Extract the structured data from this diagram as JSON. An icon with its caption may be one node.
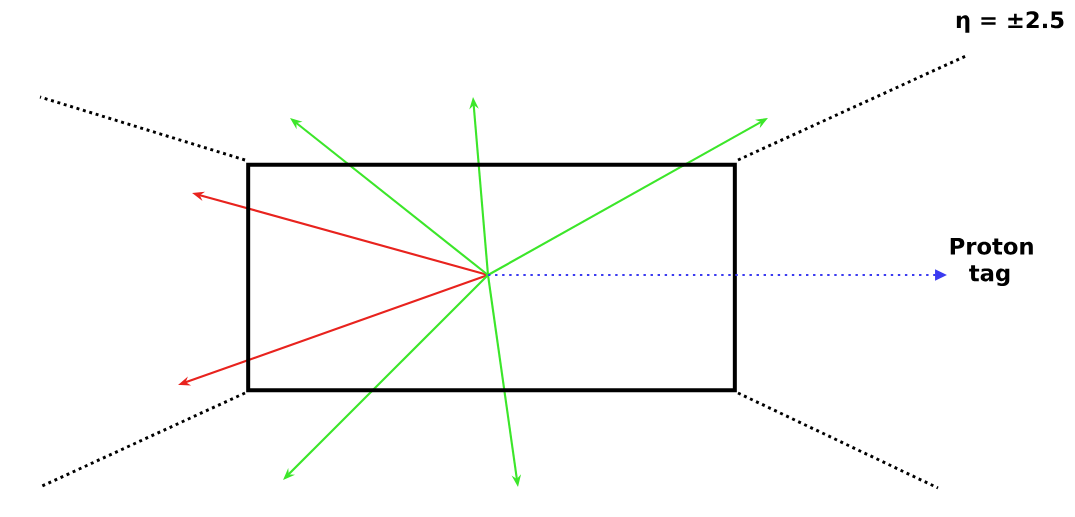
{
  "diagram": {
    "nodes": [
      {
        "text": [],
        "shape": "box"
      },
      {
        "text": [
          "Proton tag"
        ]
      }
    ],
    "edges": [
      {
        "from": 0,
        "to": 1,
        "arrow": "to",
        "style": "dashed",
        "color": "#3b3bf0"
      }
    ],
    "labels": [
      "η = ±2.5"
    ]
  }
}
